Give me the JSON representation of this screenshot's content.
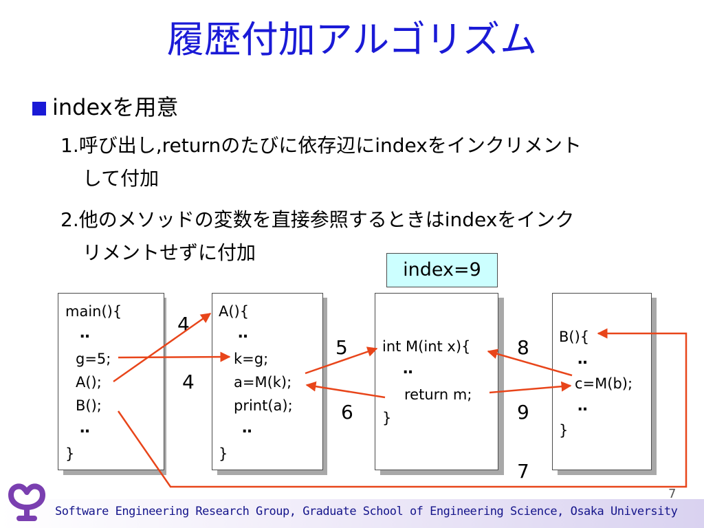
{
  "slide": {
    "title": "履歴付加アルゴリズム",
    "bullet": "indexを用意",
    "item1_line1": "1.呼び出し,returnのたびに依存辺にindexをインクリメント",
    "item1_line2": "して付加",
    "item2_line1": "2.他のメソッドの変数を直接参照するときはindexをインク",
    "item2_line2": "リメントせずに付加",
    "index_label": "index=9",
    "page_number": "7",
    "footer": "Software Engineering Research Group, Graduate School of Engineering Science, Osaka University"
  },
  "boxes": {
    "main": {
      "header": "main(){",
      "dots1": "‥",
      "line1": "g=5;",
      "line2": "A();",
      "line3": "B();",
      "dots2": "‥",
      "close": "}"
    },
    "a": {
      "header": "A(){",
      "dots1": "‥",
      "line1": "k=g;",
      "line2": "a=M(k);",
      "line3": "print(a);",
      "dots2": "‥",
      "close": "}"
    },
    "m": {
      "header": "int M(int x){",
      "dots1": "‥",
      "line1": "return m;",
      "close": "}"
    },
    "b": {
      "header": "B(){",
      "dots1": "‥",
      "line1": "c=M(b);",
      "dots2": "‥",
      "close": "}"
    }
  },
  "edge_labels": {
    "main_to_a_call": "4",
    "g_to_k": "4",
    "a_to_m": "5",
    "m_return_to_a": "6",
    "b_to_m": "8",
    "m_return_to_b": "9",
    "main_to_b_call": "7"
  },
  "colors": {
    "title": "#1a1ad6",
    "arrow": "#e8451a",
    "index_box": "#ccffff",
    "bullet": "#1a1ad6"
  }
}
